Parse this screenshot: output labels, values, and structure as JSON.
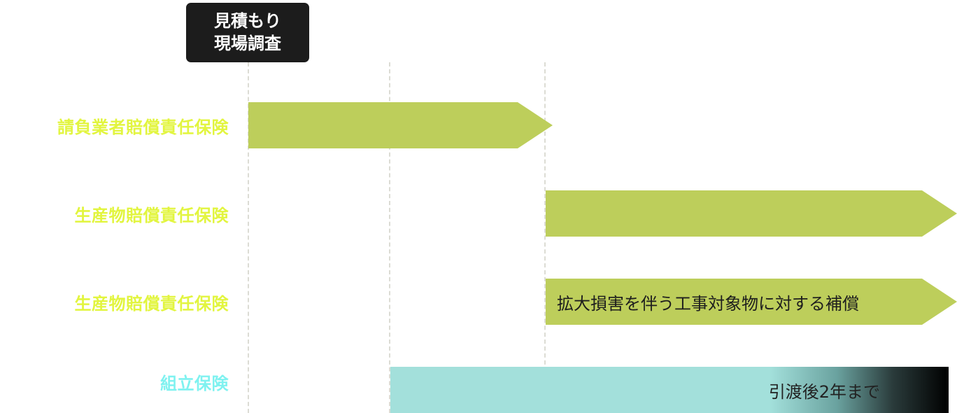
{
  "milestone": {
    "lines": [
      "見積もり",
      "現場調査"
    ],
    "background": "#1c1c1c"
  },
  "colors": {
    "green_label": "#e2f53f",
    "cyan_label": "#7ff2f0",
    "green_bar": "#bdce5b",
    "teal_bar": "#a3e0db",
    "gridline": "#dcdcd4"
  },
  "rows": [
    {
      "label": "請負業者賠償責任保険",
      "bar_text": ""
    },
    {
      "label": "生産物賠償責任保険",
      "bar_text": ""
    },
    {
      "label": "生産物賠償責任保険",
      "bar_text": "拡大損害を伴う工事対象物に対する補償"
    },
    {
      "label": "組立保険",
      "bar_text": "引渡後2年まで"
    }
  ]
}
